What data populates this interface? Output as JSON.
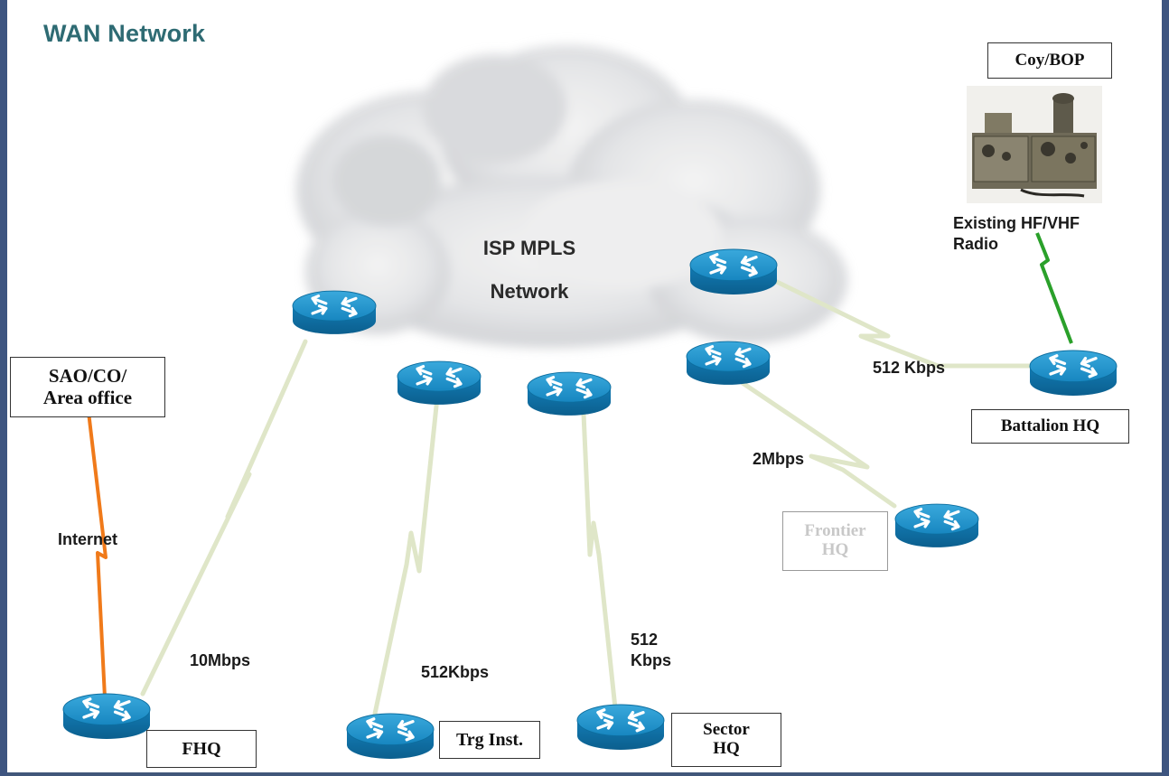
{
  "title": "WAN Network",
  "cloud": {
    "line1": "ISP MPLS",
    "line2": "Network"
  },
  "nodes": {
    "sao": "SAO/CO/\nArea office",
    "fhq": "FHQ",
    "trg": "Trg Inst.",
    "sector": "Sector\nHQ",
    "frontier": "Frontier\nHQ",
    "battalion": "Battalion HQ",
    "coy": "Coy/BOP"
  },
  "links": {
    "internet": "Internet",
    "fhq_speed": "10Mbps",
    "trg_speed": "512Kbps",
    "sector_speed": "512\nKbps",
    "frontier_speed": "2Mbps",
    "battalion_speed": "512 Kbps",
    "radio": "Existing HF/VHF\nRadio"
  },
  "colors": {
    "title": "#2e6b73",
    "router": "#1a8fc9",
    "wan_link": "#dfe6c8",
    "internet_link": "#f07a1a",
    "radio_link": "#2aa02a",
    "frame": "#3e5580"
  },
  "icons": {
    "router": "router-icon",
    "cloud": "cloud-icon",
    "radio": "radio-equipment-photo"
  }
}
